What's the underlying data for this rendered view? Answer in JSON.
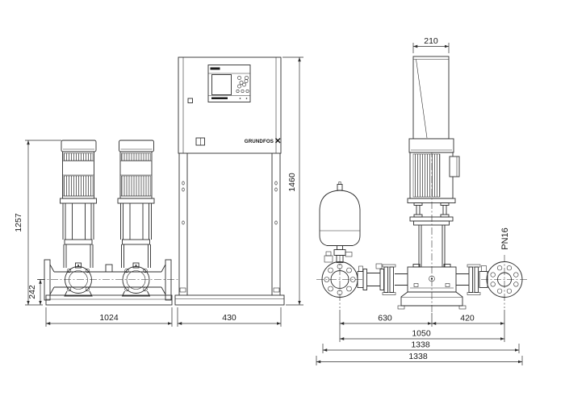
{
  "colors": {
    "line": "#2d2d2d",
    "text": "#1a1a1a",
    "background": "#ffffff"
  },
  "front_view": {
    "height_overall": "1257",
    "manifold_centerline_height": "242",
    "pump_base_width": "1024",
    "cabinet_width": "430",
    "cabinet_height": "1460"
  },
  "cabinet": {
    "brand": "GRUNDFOS"
  },
  "side_view": {
    "shroud_width": "210",
    "suction_to_pump_center": "630",
    "pump_center_to_discharge": "420",
    "flange_spacing": "1050",
    "overall_length_upper": "1338",
    "overall_length_lower": "1338",
    "flange_pressure_rating": "PN16"
  }
}
